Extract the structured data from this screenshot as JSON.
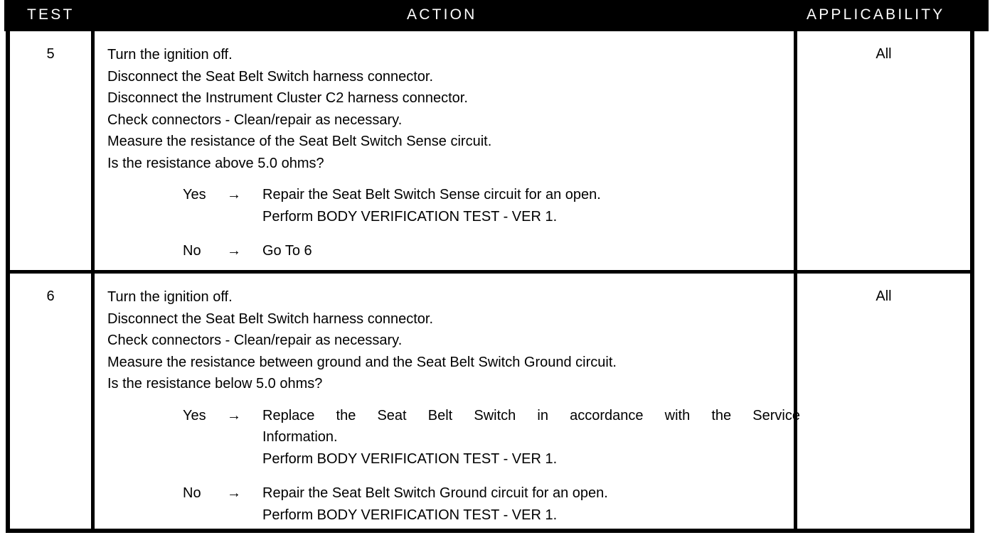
{
  "table": {
    "headers": {
      "test": "TEST",
      "action": "ACTION",
      "applicability": "APPLICABILITY"
    },
    "colors": {
      "header_background": "#000000",
      "header_text": "#ffffff",
      "border": "#000000",
      "body_background": "#ffffff",
      "body_text": "#000000"
    },
    "rows": [
      {
        "test": "5",
        "applicability": "All",
        "steps": [
          "Turn the ignition off.",
          "Disconnect the Seat Belt Switch harness connector.",
          "Disconnect the Instrument Cluster C2 harness connector.",
          "Check connectors - Clean/repair as necessary.",
          "Measure the resistance of the Seat Belt Switch Sense circuit.",
          "Is the resistance above 5.0 ohms?"
        ],
        "branches": [
          {
            "label": "Yes",
            "arrow": "→",
            "lines": [
              "Repair the Seat Belt Switch Sense circuit for an open.",
              "Perform BODY VERIFICATION TEST - VER 1."
            ]
          },
          {
            "label": "No",
            "arrow": "→",
            "lines": [
              "Go To  6"
            ]
          }
        ]
      },
      {
        "test": "6",
        "applicability": "All",
        "steps": [
          "Turn the ignition off.",
          "Disconnect the Seat Belt Switch harness connector.",
          "Check connectors - Clean/repair as necessary.",
          "Measure the resistance between ground and the Seat Belt Switch Ground circuit.",
          "Is the resistance below 5.0 ohms?"
        ],
        "branches": [
          {
            "label": "Yes",
            "arrow": "→",
            "lines": [
              "Replace the Seat Belt Switch in accordance with the Service",
              "Information.",
              "Perform BODY VERIFICATION TEST - VER 1."
            ]
          },
          {
            "label": "No",
            "arrow": "→",
            "lines": [
              "Repair the Seat Belt Switch Ground circuit for an open.",
              "Perform BODY VERIFICATION TEST - VER 1."
            ]
          }
        ]
      }
    ]
  }
}
